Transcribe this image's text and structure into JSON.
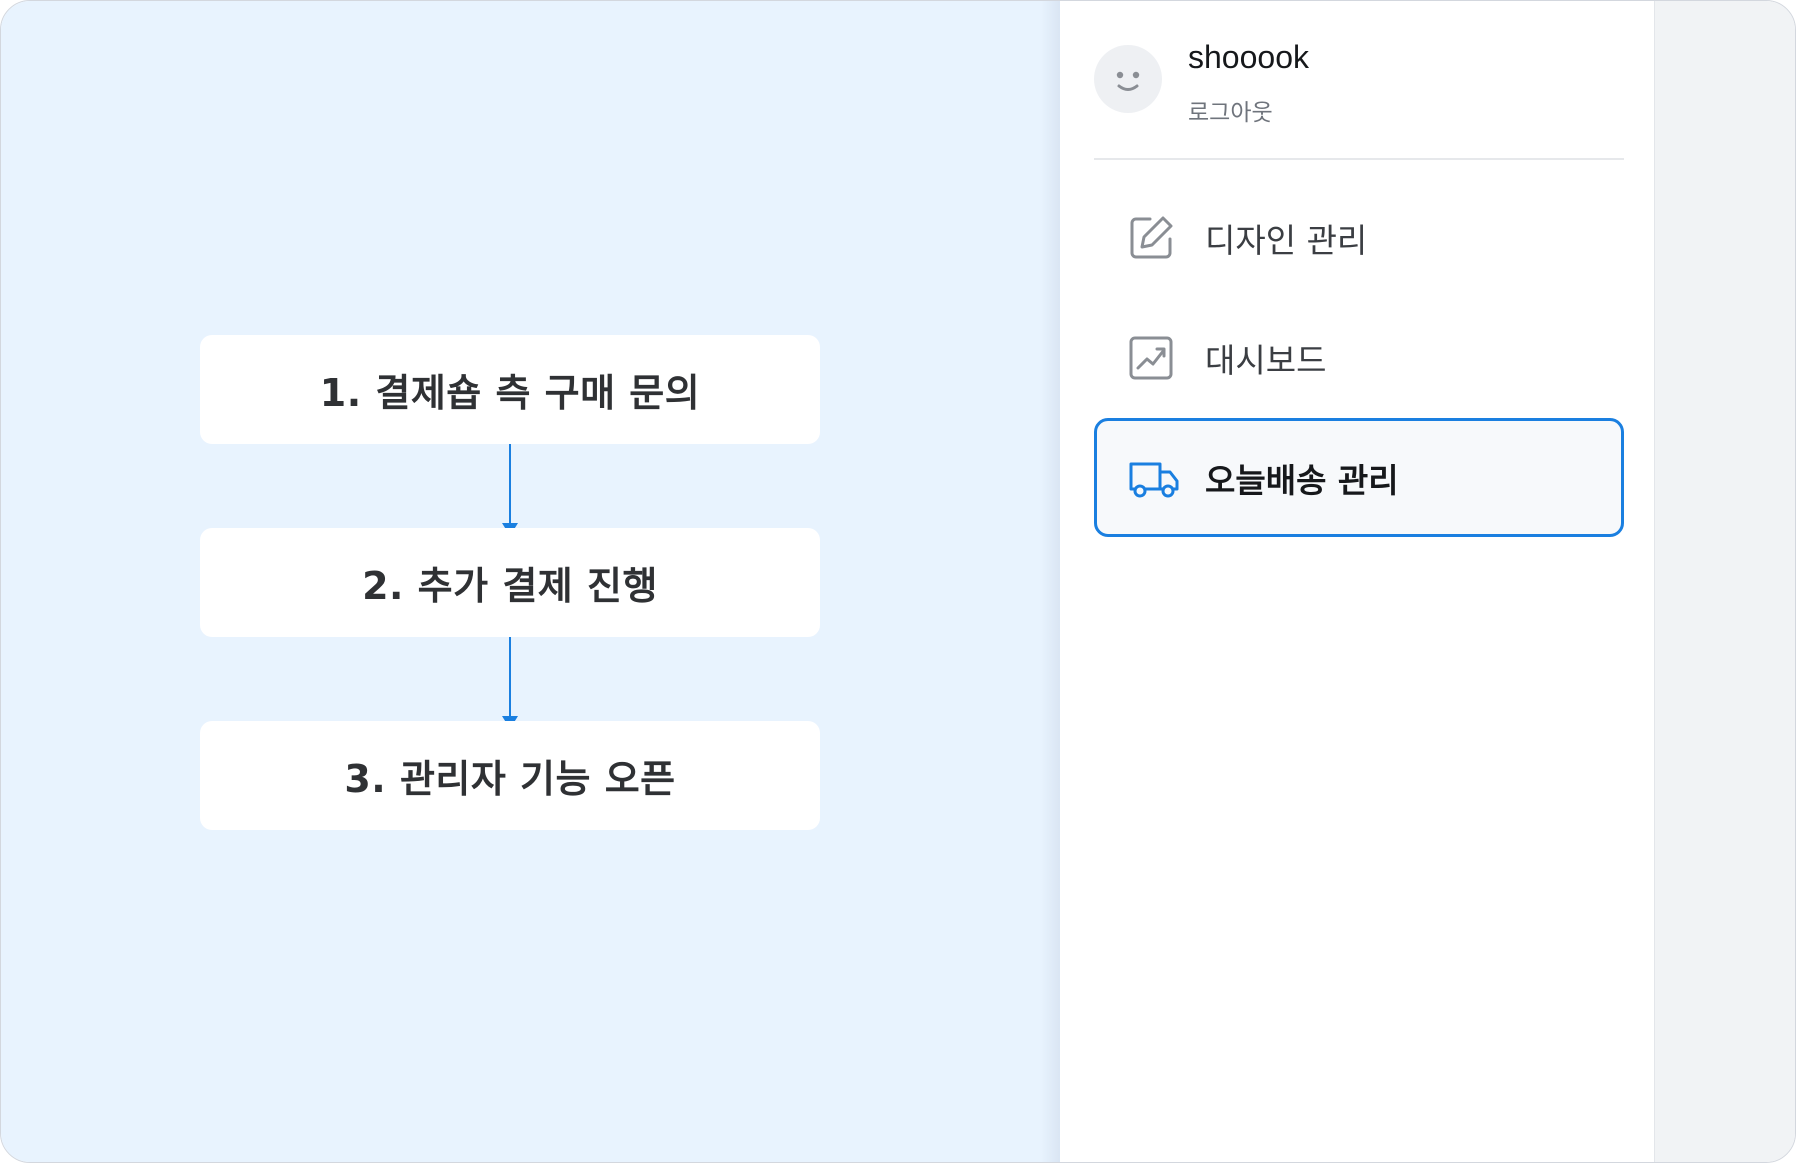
{
  "flow": {
    "steps": [
      {
        "label": "1.  결제숍 측 구매 문의"
      },
      {
        "label": "2.  추가 결제 진행"
      },
      {
        "label": "3.  관리자 기능 오픈"
      }
    ]
  },
  "sidebar": {
    "user": {
      "name": "shooook",
      "logout_label": "로그아웃"
    },
    "items": [
      {
        "label": "디자인 관리",
        "icon": "edit-icon"
      },
      {
        "label": "대시보드",
        "icon": "trending-chart-icon"
      },
      {
        "label": "오늘배송 관리",
        "icon": "truck-icon",
        "active": true
      }
    ]
  },
  "colors": {
    "accent": "#1a7fe0",
    "left_background": "#e8f3fe",
    "icon_gray": "#8a8e94"
  }
}
